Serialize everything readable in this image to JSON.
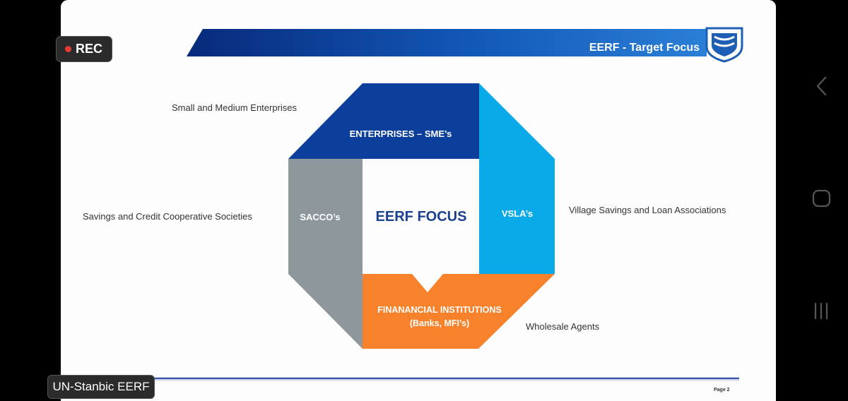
{
  "recording": {
    "label": "REC"
  },
  "slide": {
    "header_title": "EERF  - Target Focus",
    "center_label": "EERF FOCUS",
    "segments": {
      "top": "ENTERPRISES – SME’s",
      "left": "SACCO’s",
      "right": "VSLA’s",
      "bottom_line1": "FINANANCIAL INSTITUTIONS",
      "bottom_line2": "(Banks, MFI’s)"
    },
    "descriptions": {
      "top": "Small and Medium Enterprises",
      "left": "Savings and Credit Cooperative Societies",
      "right": "Village Savings and Loan Associations",
      "bottom": "Wholesale Agents"
    },
    "page": "Page 2"
  },
  "caption": {
    "text": "UN-Stanbic EERF"
  },
  "colors": {
    "navy": "#0c3f9c",
    "sky": "#0aaae9",
    "grey": "#8e979b",
    "orange": "#f7822b"
  },
  "icons": {
    "logo": "stanbic-shield-logo",
    "back": "chevron-left-icon",
    "home": "home-square-icon",
    "recents": "recents-bars-icon"
  }
}
